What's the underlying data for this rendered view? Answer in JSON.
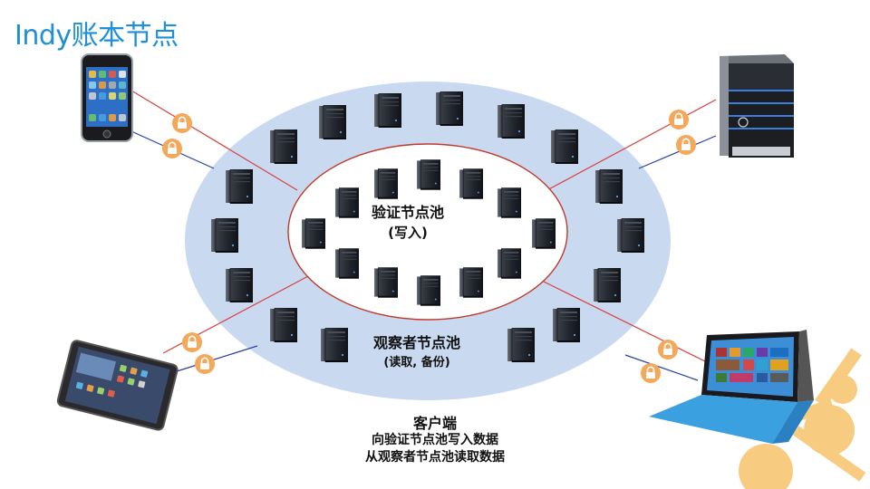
{
  "title": "Indy账本节点",
  "validator_pool": {
    "label": "验证节点池",
    "sub": "(写入)"
  },
  "observer_pool": {
    "label": "观察者节点池",
    "sub": "(读取, 备份)"
  },
  "client": {
    "label": "客户端",
    "line1": "向验证节点池写入数据",
    "line2": "从观察者节点池读取数据"
  },
  "devices": [
    {
      "name": "smartphone-icon"
    },
    {
      "name": "desktop-server-icon"
    },
    {
      "name": "android-tablet-icon"
    },
    {
      "name": "surface-tablet-icon"
    }
  ],
  "colors": {
    "title": "#1f8fd6",
    "outer_pool": "#c9daf0",
    "inner_border": "#c0392b",
    "write_line": "#d94040",
    "read_line": "#2b3fa0",
    "lock": "#f3a85a"
  }
}
